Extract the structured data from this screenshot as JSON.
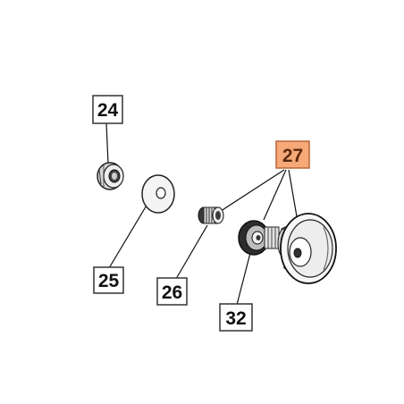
{
  "labels": {
    "part_24": "24",
    "part_25": "25",
    "part_26": "26",
    "part_27": "27",
    "part_32": "32"
  },
  "colors": {
    "highlight_fill": "#f6a877",
    "highlight_border": "#b5673a",
    "box_fill": "#ffffff",
    "box_border": "#333333",
    "line": "#111111",
    "part_light": "#f2f2f2",
    "part_mid": "#bfbfbf",
    "part_dark": "#3a3a3a"
  }
}
